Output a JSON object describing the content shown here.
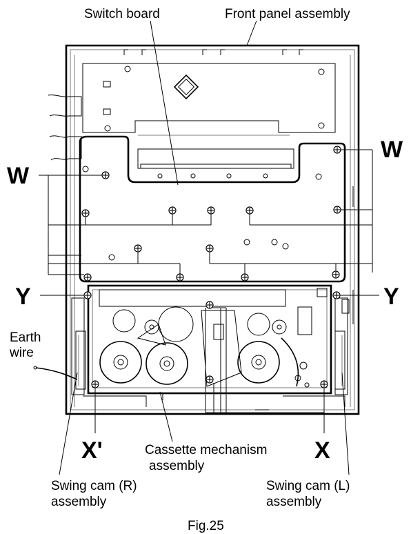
{
  "figure": {
    "caption": "Fig.25",
    "labels": {
      "switch_board": "Switch board",
      "front_panel_assembly": "Front panel assembly",
      "w_left": "W",
      "w_right": "W",
      "y_left": "Y",
      "y_right": "Y",
      "earth_wire_line1": "Earth",
      "earth_wire_line2": "wire",
      "x_prime": "X'",
      "x": "X",
      "cassette_line1": "Cassette mechanism",
      "cassette_line2": "assembly",
      "swing_cam_r_line1": "Swing cam (R)",
      "swing_cam_r_line2": "assembly",
      "swing_cam_l_line1": "Swing cam (L)",
      "swing_cam_l_line2": "assembly"
    }
  }
}
